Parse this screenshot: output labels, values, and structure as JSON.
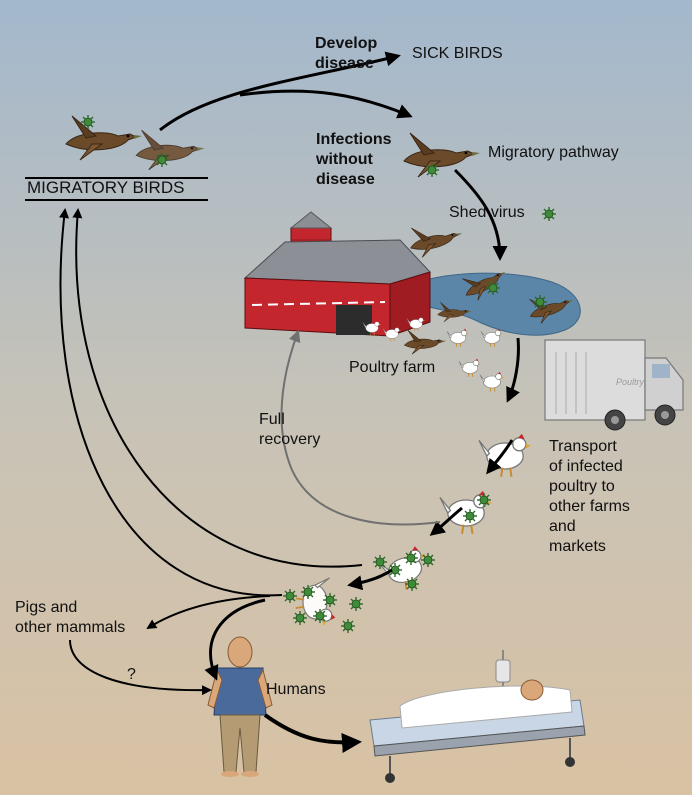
{
  "colors": {
    "sky_top": "#a3b8cc",
    "ground_bottom": "#d9c2a3",
    "barn_red": "#c4262e",
    "roof_gray": "#8c9096",
    "pond_blue": "#5c86a8",
    "duck_brown": "#6b4a2a",
    "virus_green": "#3f8b3a",
    "arrow_black": "#000000",
    "arrow_gray": "#707070"
  },
  "labels": {
    "migratory_birds": "MIGRATORY BIRDS",
    "develop_disease": "Develop\ndisease",
    "sick_birds": "SICK BIRDS",
    "infections_without_disease": "Infections\nwithout\ndisease",
    "migratory_pathway": "Migratory pathway",
    "shed_virus": "Shed virus",
    "poultry_farm": "Poultry farm",
    "full_recovery": "Full\nrecovery",
    "transport": "Transport\nof infected\npoultry to\nother farms\nand\nmarkets",
    "pigs_mammals": "Pigs and\nother mammals",
    "question": "?",
    "humans": "Humans",
    "truck_brand": "Poultry"
  },
  "icons": [
    "duck-icon",
    "virus-icon",
    "chicken-icon",
    "barn-icon",
    "silo-icon",
    "truck-icon",
    "human-icon",
    "hospital-bed-icon",
    "iv-pole-icon"
  ]
}
